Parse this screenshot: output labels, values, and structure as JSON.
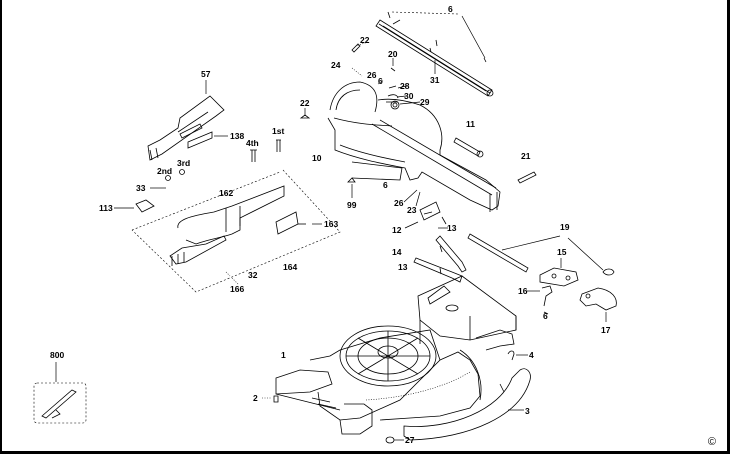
{
  "diagram": {
    "type": "exploded-parts-diagram",
    "subject": "mitre saw exploded view",
    "copyright_symbol": "©",
    "callouts": [
      {
        "id": "c6top",
        "label": "6"
      },
      {
        "id": "c22a",
        "label": "22"
      },
      {
        "id": "c20",
        "label": "20"
      },
      {
        "id": "c31",
        "label": "31"
      },
      {
        "id": "c24",
        "label": "24"
      },
      {
        "id": "c26a",
        "label": "26"
      },
      {
        "id": "c6b",
        "label": "6"
      },
      {
        "id": "c28",
        "label": "28"
      },
      {
        "id": "c30",
        "label": "30"
      },
      {
        "id": "c29",
        "label": "29"
      },
      {
        "id": "c22b",
        "label": "22"
      },
      {
        "id": "c11",
        "label": "11"
      },
      {
        "id": "c10",
        "label": "10"
      },
      {
        "id": "c21",
        "label": "21"
      },
      {
        "id": "c6c",
        "label": "6"
      },
      {
        "id": "c99",
        "label": "99"
      },
      {
        "id": "c26b",
        "label": "26"
      },
      {
        "id": "c23",
        "label": "23"
      },
      {
        "id": "c12",
        "label": "12"
      },
      {
        "id": "c13a",
        "label": "13"
      },
      {
        "id": "c14",
        "label": "14"
      },
      {
        "id": "c13b",
        "label": "13"
      },
      {
        "id": "c19",
        "label": "19"
      },
      {
        "id": "c15",
        "label": "15"
      },
      {
        "id": "c16",
        "label": "16"
      },
      {
        "id": "c6d",
        "label": "6"
      },
      {
        "id": "c17",
        "label": "17"
      },
      {
        "id": "c57",
        "label": "57"
      },
      {
        "id": "c138",
        "label": "138"
      },
      {
        "id": "c1st",
        "label": "1st"
      },
      {
        "id": "c4th",
        "label": "4th"
      },
      {
        "id": "c3rd",
        "label": "3rd"
      },
      {
        "id": "c2nd",
        "label": "2nd"
      },
      {
        "id": "c33",
        "label": "33"
      },
      {
        "id": "c113",
        "label": "113"
      },
      {
        "id": "c162",
        "label": "162"
      },
      {
        "id": "c163",
        "label": "163"
      },
      {
        "id": "c164",
        "label": "164"
      },
      {
        "id": "c32",
        "label": "32"
      },
      {
        "id": "c166",
        "label": "166"
      },
      {
        "id": "c1",
        "label": "1"
      },
      {
        "id": "c4",
        "label": "4"
      },
      {
        "id": "c2",
        "label": "2"
      },
      {
        "id": "c3",
        "label": "3"
      },
      {
        "id": "c27",
        "label": "27"
      },
      {
        "id": "c800",
        "label": "800"
      }
    ]
  }
}
